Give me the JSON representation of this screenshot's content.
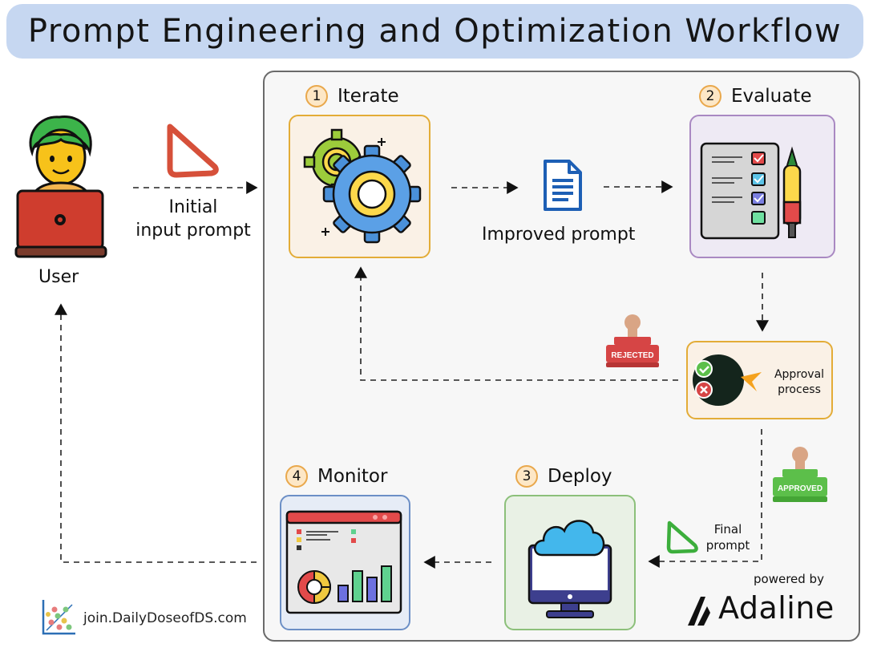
{
  "title": "Prompt Engineering and Optimization Workflow",
  "user": {
    "label": "User"
  },
  "initial_prompt": {
    "line1": "Initial",
    "line2": "input prompt"
  },
  "steps": [
    {
      "num": "1",
      "label": "Iterate"
    },
    {
      "num": "2",
      "label": "Evaluate"
    },
    {
      "num": "3",
      "label": "Deploy"
    },
    {
      "num": "4",
      "label": "Monitor"
    }
  ],
  "improved_prompt": "Improved prompt",
  "approval": {
    "line1": "Approval",
    "line2": "process"
  },
  "stamps": {
    "rejected": "REJECTED",
    "approved": "APPROVED"
  },
  "final_prompt": {
    "line1": "Final",
    "line2": "prompt"
  },
  "footer": {
    "source": "join.DailyDoseofDS.com",
    "powered_by": "powered by",
    "brand": "Adaline"
  },
  "colors": {
    "title_bg": "#c6d7f1",
    "iterate_border": "#e3ac37",
    "evaluate_border": "#a989c2",
    "approval_border": "#e3ac37",
    "deploy_border": "#8cc07a",
    "monitor_border": "#6c8fc6"
  },
  "icons": [
    "user-laptop-icon",
    "triangle-prompt-icon",
    "gears-icon",
    "document-icon",
    "checklist-pen-icon",
    "approval-toggle-icon",
    "rejected-stamp-icon",
    "approved-stamp-icon",
    "cloud-monitor-icon",
    "dashboard-icon",
    "dailydoseofds-logo",
    "adaline-logo"
  ]
}
